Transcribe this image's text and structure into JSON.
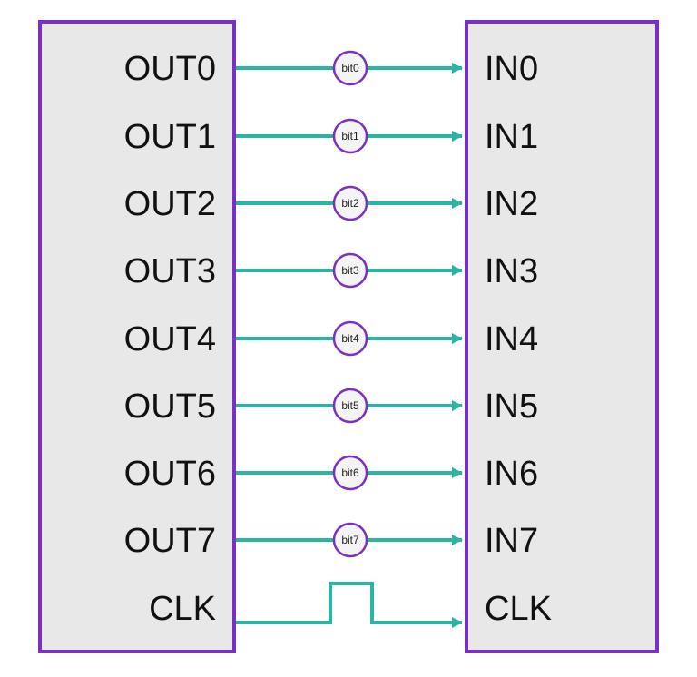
{
  "colors": {
    "block_border": "#7a30c0",
    "block_fill": "#e8e8e8",
    "wire": "#2ab5a5",
    "badge_border": "#7a30c0"
  },
  "sender": {
    "pins": [
      "OUT0",
      "OUT1",
      "OUT2",
      "OUT3",
      "OUT4",
      "OUT5",
      "OUT6",
      "OUT7"
    ],
    "clock_pin": "CLK"
  },
  "receiver": {
    "pins": [
      "IN0",
      "IN1",
      "IN2",
      "IN3",
      "IN4",
      "IN5",
      "IN6",
      "IN7"
    ],
    "clock_pin": "CLK"
  },
  "bits": [
    "bit0",
    "bit1",
    "bit2",
    "bit3",
    "bit4",
    "bit5",
    "bit6",
    "bit7"
  ]
}
